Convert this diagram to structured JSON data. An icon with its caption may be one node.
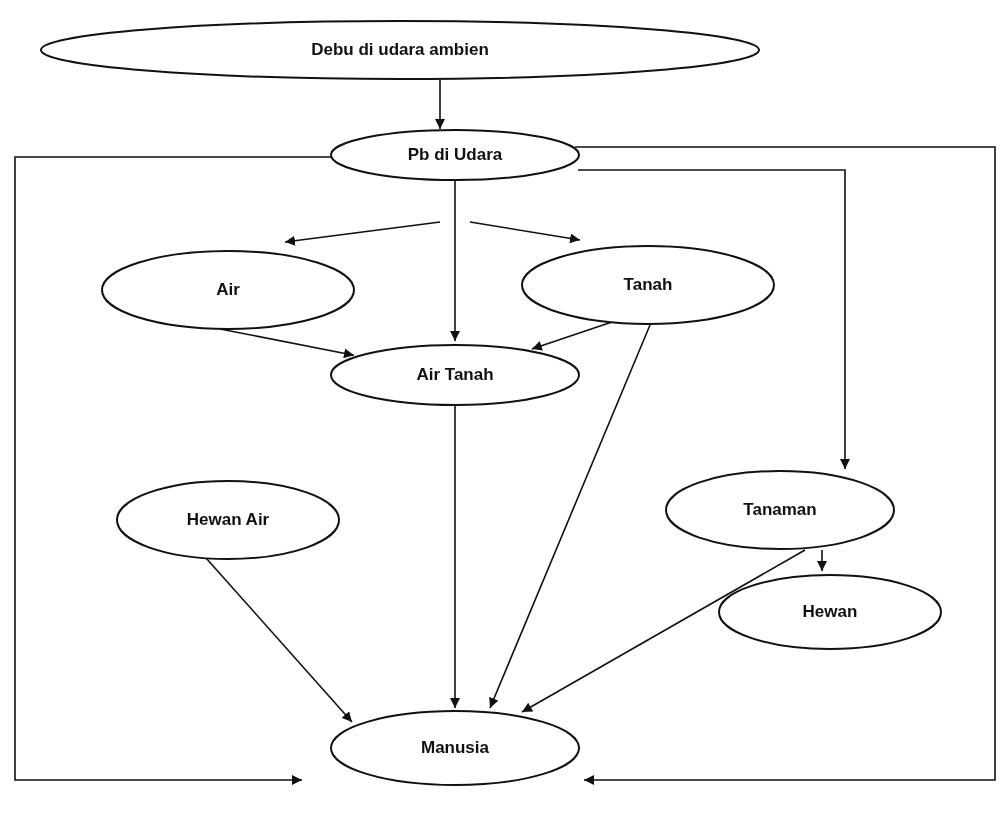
{
  "diagram": {
    "nodes": [
      {
        "text": [
          "Debu di udara ambien"
        ]
      },
      {
        "text": [
          "Pb di Udara"
        ]
      },
      {
        "text": [
          "Air"
        ]
      },
      {
        "text": [
          "Tanah"
        ]
      },
      {
        "text": [
          "Air Tanah"
        ]
      },
      {
        "text": [
          "Tanaman"
        ]
      },
      {
        "text": [
          "Hewan Air"
        ]
      },
      {
        "text": [
          "Hewan"
        ]
      },
      {
        "text": [
          "Manusia"
        ]
      }
    ],
    "edges": [
      {
        "from": 0,
        "to": 1,
        "arrow": "to"
      },
      {
        "from": 1,
        "to": 2,
        "arrow": "to"
      },
      {
        "from": 1,
        "to": 3,
        "arrow": "to"
      },
      {
        "from": 1,
        "to": 4,
        "arrow": "to"
      },
      {
        "from": 2,
        "to": 4,
        "arrow": "to"
      },
      {
        "from": 3,
        "to": 4,
        "arrow": "to"
      },
      {
        "from": 1,
        "to": 5,
        "arrow": "to"
      },
      {
        "from": 1,
        "to": 8,
        "arrow": "to"
      },
      {
        "from": 1,
        "to": 8,
        "arrow": "to"
      },
      {
        "from": 5,
        "to": 7,
        "arrow": "to"
      },
      {
        "from": 4,
        "to": 8,
        "arrow": "to"
      },
      {
        "from": 3,
        "to": 8,
        "arrow": "to"
      },
      {
        "from": 6,
        "to": 8,
        "arrow": "to"
      },
      {
        "from": 5,
        "to": 8,
        "arrow": "to"
      }
    ]
  }
}
